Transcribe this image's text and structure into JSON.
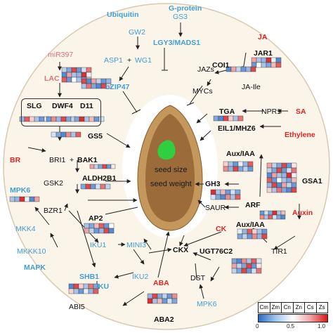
{
  "colors": {
    "outer_ring": "#fbf4e8",
    "outer_ring_stroke": "#d8c9b0",
    "inner_white": "#ffffff",
    "seed_coat": "#c4975c",
    "seed_body": "#8b5a2b",
    "embryo": "#2fcf3f",
    "blue_label": "#3f9fd8",
    "red_label": "#e02424",
    "pink_label": "#e0707a",
    "heat_low": "#2b6cc4",
    "heat_mid": "#ffffff",
    "heat_high": "#d7191c"
  },
  "center": {
    "line1": "seed size",
    "line2": "seed weight"
  },
  "labels": {
    "ubiquitin": "Ubiquitin",
    "gprotein": "G-protein",
    "gs3": "GS3",
    "lgy3_mads1": "LGY3/MADS1",
    "gw2": "GW2",
    "asp1": "ASP1",
    "plus1": "+",
    "wg1": "WG1",
    "bzip47": "bZIP47",
    "mir397": "miR397",
    "lac": "LAC",
    "slg": "SLG",
    "dwf4": "DWF4",
    "d11": "D11",
    "gs5": "GS5",
    "br": "BR",
    "bri1": "BRI1",
    "plus2": "+",
    "bak1": "BAK1",
    "gsk2": "GSK2",
    "aldh2b1": "ALDH2B1",
    "mpk6_left": "MPK6",
    "bzr1": "BZR1",
    "ap2": "AP2",
    "mkk4": "MKK4",
    "mkkk10": "MKKK10",
    "mapk": "MAPK",
    "iku1": "IKU1",
    "mini3": "MINI3",
    "shb1": "SHB1",
    "iku2": "IKU2",
    "iku": "IKU",
    "abi5": "ABI5",
    "aba": "ABA",
    "aba2": "ABA2",
    "ckx": "CKX",
    "ck": "CK",
    "dst": "DST",
    "mpk6_bottom": "MPK6",
    "ugt76c2": "UGT76C2",
    "ja": "JA",
    "jar1": "JAR1",
    "jazs": "JAZs",
    "coi1": "COI1",
    "ja_ile": "JA-Ile",
    "mycs": "MYCs",
    "tga": "TGA",
    "npr1": "NPR1",
    "sa": "SA",
    "eil1": "EIL1/MHZ6",
    "ethylene": "Ethylene",
    "aux_iaa_top": "Aux/IAA",
    "gh3": "GH3",
    "gsa1": "GSA1",
    "saur": "SAUR",
    "arf": "ARF",
    "aux_iaa_bottom": "Aux/IAA",
    "auxin": "Auxin",
    "tir1": "TIR1"
  },
  "legend": {
    "species": [
      "Cm",
      "Zm",
      "Cn",
      "Zn",
      "Cs",
      "Zs"
    ],
    "ticks": [
      "0",
      "0.5",
      "1.0"
    ]
  },
  "heatmap_values": [
    [
      0.35,
      0.2,
      0.9,
      0.15,
      0.4,
      0.8
    ],
    [
      0.1,
      0.7,
      0.3,
      0.25,
      0.95,
      0.45
    ],
    [
      0.85,
      0.15,
      0.5,
      0.3,
      0.2,
      0.65
    ],
    [
      0.25,
      0.9,
      0.1,
      0.7,
      0.35,
      0.15
    ],
    [
      0.6,
      0.3,
      0.8,
      0.2,
      0.1,
      0.9
    ],
    [
      0.15,
      0.45,
      0.25,
      0.85,
      0.6,
      0.3
    ],
    [
      0.9,
      0.2,
      0.35,
      0.15,
      0.75,
      0.25
    ],
    [
      0.3,
      0.65,
      0.15,
      0.4,
      0.2,
      0.95
    ],
    [
      0.2,
      0.1,
      0.75,
      0.3,
      0.85,
      0.4
    ],
    [
      0.7,
      0.35,
      0.2,
      0.9,
      0.15,
      0.55
    ]
  ]
}
